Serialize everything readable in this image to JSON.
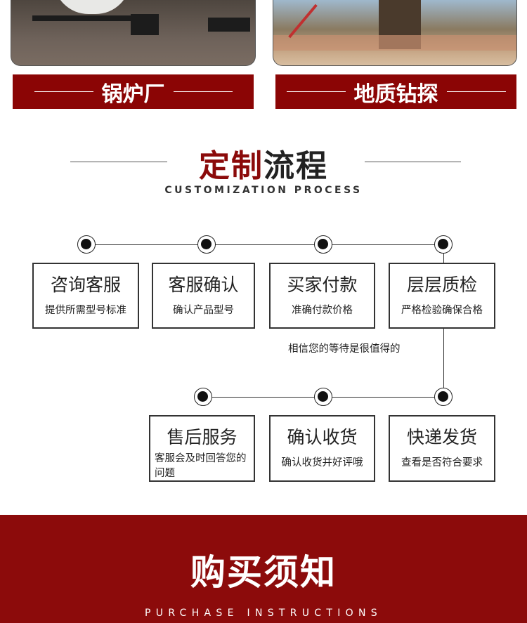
{
  "categories": [
    {
      "label": "锅炉厂"
    },
    {
      "label": "地质钻探"
    }
  ],
  "section": {
    "title_red": "定制",
    "title_black": "流程",
    "subtitle": "CUSTOMIZATION PROCESS"
  },
  "steps": [
    {
      "title": "咨询客服",
      "desc": "提供所需型号标准"
    },
    {
      "title": "客服确认",
      "desc": "确认产品型号"
    },
    {
      "title": "买家付款",
      "desc": "准确付款价格"
    },
    {
      "title": "层层质检",
      "desc": "严格检验确保合格"
    },
    {
      "title": "快递发货",
      "desc": "查看是否符合要求"
    },
    {
      "title": "确认收货",
      "desc": "确认收货并好评哦"
    },
    {
      "title": "售后服务",
      "desc": "客服会及时回答您的问题"
    }
  ],
  "note": "相信您的等待是很值得的",
  "footer": {
    "title": "购买须知",
    "subtitle": "PURCHASE INSTRUCTIONS"
  },
  "colors": {
    "brand_red": "#8b0505"
  }
}
